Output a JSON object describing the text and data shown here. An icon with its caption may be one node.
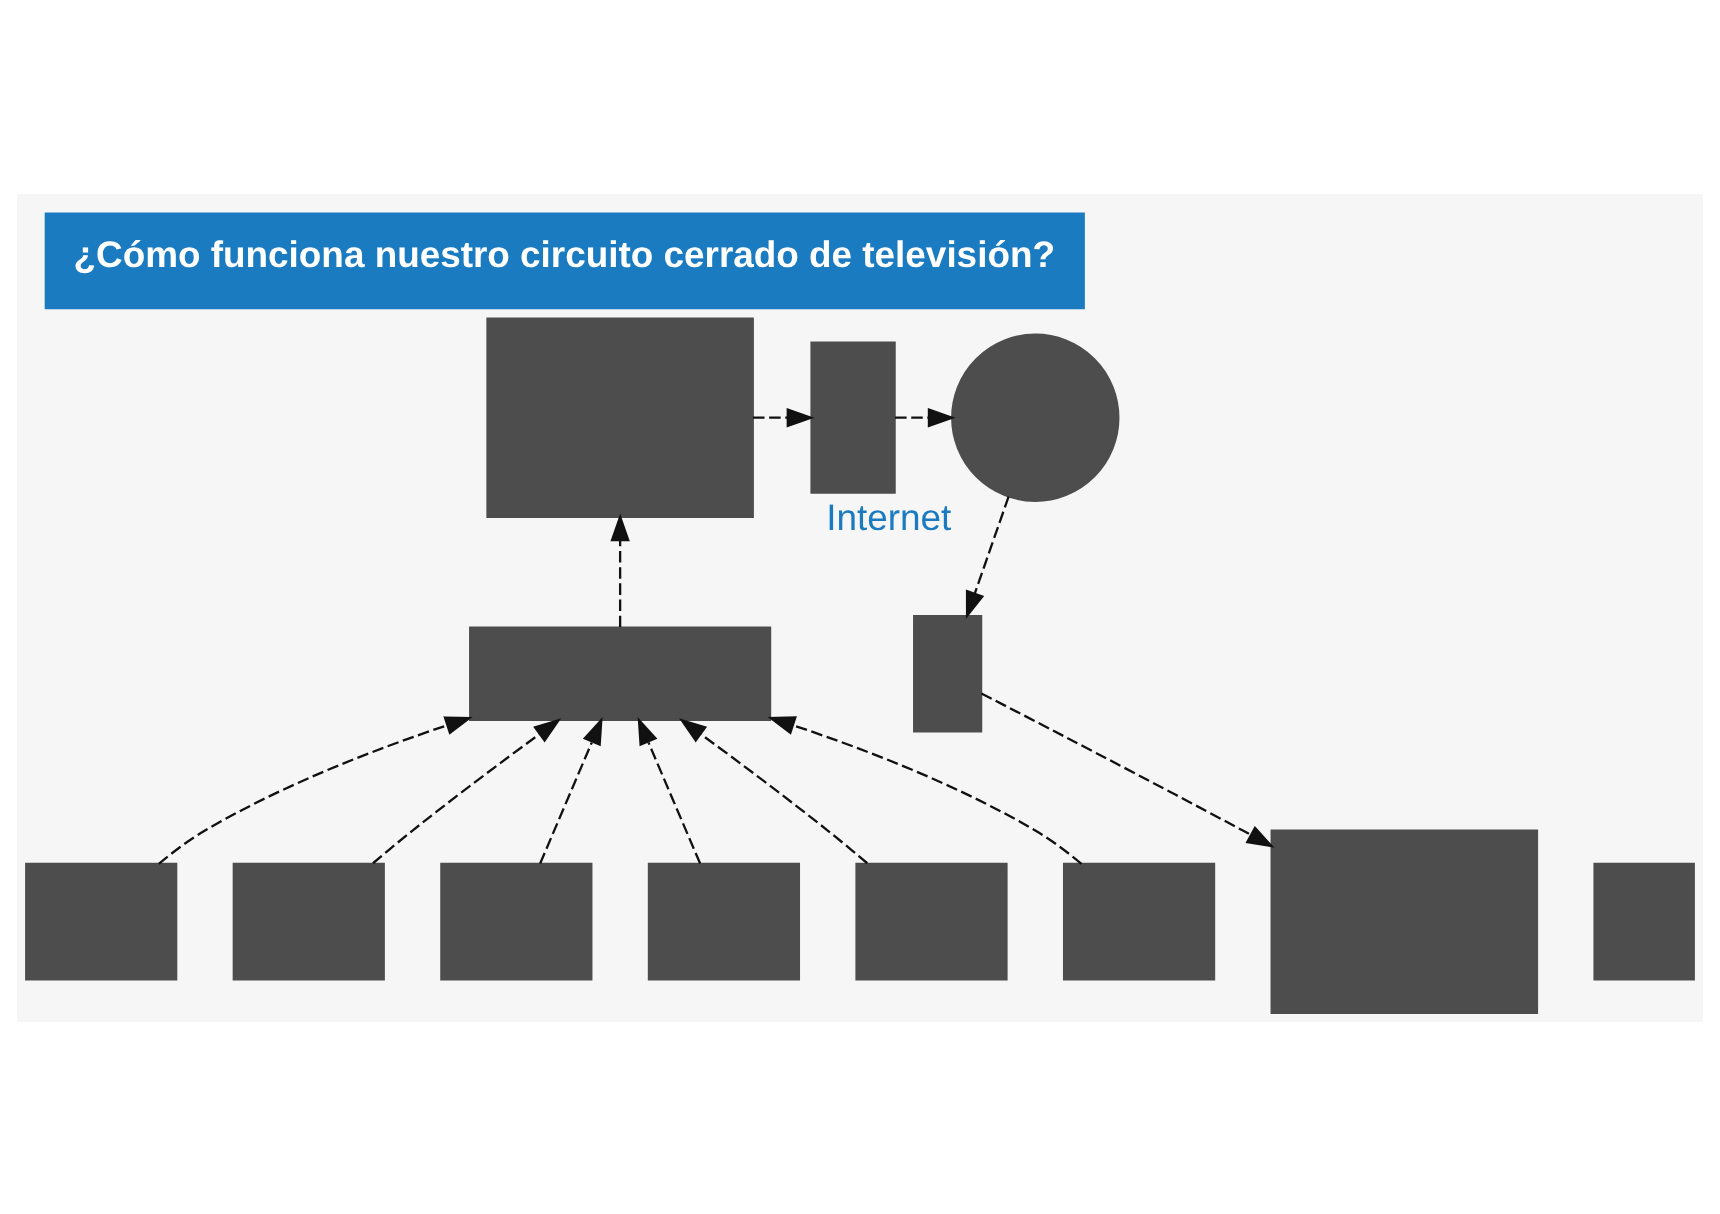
{
  "diagram": {
    "title": "¿Cómo funciona nuestro circuito cerrado de televisión?",
    "nodes": [
      {
        "text": [],
        "shape": "box"
      },
      {
        "text": [],
        "shape": "box"
      },
      {
        "text": [
          "Internet"
        ]
      },
      {
        "text": [],
        "shape": "box"
      },
      {
        "text": [],
        "shape": "box"
      },
      {
        "text": [],
        "shape": "box"
      },
      {
        "text": [],
        "shape": "box"
      },
      {
        "text": [],
        "shape": "box"
      },
      {
        "text": [],
        "shape": "box"
      },
      {
        "text": [],
        "shape": "box"
      },
      {
        "text": [],
        "shape": "box"
      },
      {
        "text": [],
        "shape": "box"
      },
      {
        "text": [],
        "shape": "box"
      }
    ],
    "edges": [
      {
        "from": 0,
        "to": 1,
        "arrow": "to",
        "style": "dashed"
      },
      {
        "from": 1,
        "to": 2,
        "arrow": "to",
        "style": "dashed"
      },
      {
        "from": 2,
        "to": 3,
        "arrow": "to",
        "style": "dashed"
      },
      {
        "from": 3,
        "to": 4,
        "arrow": "to",
        "style": "dashed"
      },
      {
        "from": 6,
        "to": 0,
        "arrow": "to",
        "style": "dashed"
      },
      {
        "from": 7,
        "to": 6,
        "arrow": "to",
        "style": "dashed"
      },
      {
        "from": 8,
        "to": 6,
        "arrow": "to",
        "style": "dashed"
      },
      {
        "from": 9,
        "to": 6,
        "arrow": "to",
        "style": "dashed"
      },
      {
        "from": 10,
        "to": 6,
        "arrow": "to",
        "style": "dashed"
      },
      {
        "from": 11,
        "to": 6,
        "arrow": "to",
        "style": "dashed"
      },
      {
        "from": 12,
        "to": 6,
        "arrow": "to",
        "style": "dashed"
      }
    ]
  }
}
